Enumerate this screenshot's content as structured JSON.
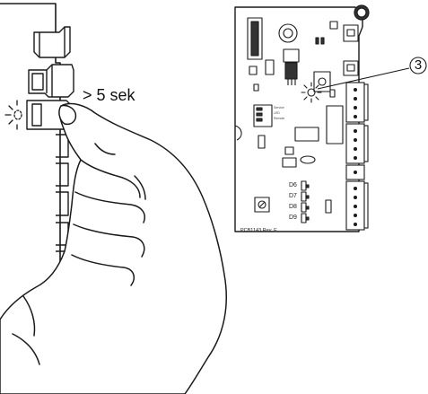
{
  "hold_instruction": "> 5 sek",
  "callout": {
    "number": "3"
  },
  "pcb": {
    "revision": "PCB1143 Rev. E",
    "led_labels": [
      "D6",
      "D7",
      "D8",
      "D9"
    ],
    "mini_labels": [
      "Service",
      "LED",
      "Remote"
    ]
  },
  "colors": {
    "line": "#1a1a1a",
    "fill": "#ffffff",
    "dark": "#333333"
  }
}
